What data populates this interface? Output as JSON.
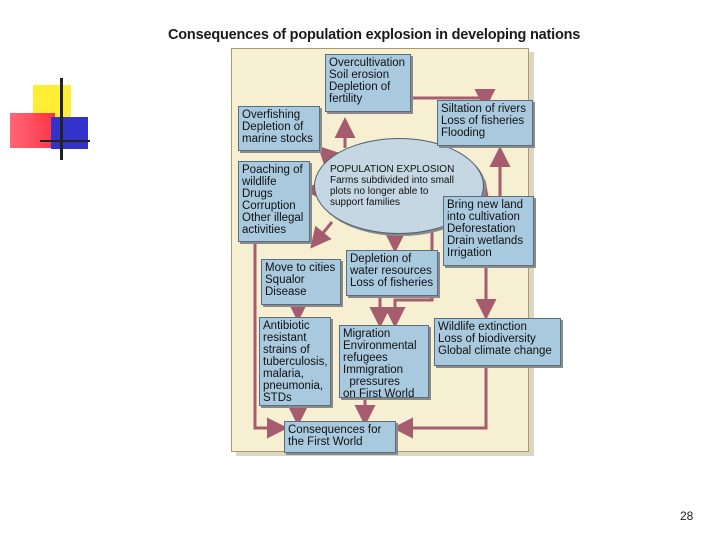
{
  "slide": {
    "title": "Consequences of population explosion in developing nations",
    "page_number": "28"
  },
  "diagram": {
    "center": {
      "lines": [
        "POPULATION EXPLOSION",
        "Farms subdivided into small",
        "plots no longer able to",
        "support families"
      ]
    },
    "boxes": {
      "overcultivation": [
        "Overcultivation",
        "Soil erosion",
        "Depletion of",
        "fertility"
      ],
      "overfishing": [
        "Overfishing",
        "Depletion of",
        "marine stocks"
      ],
      "siltation": [
        "Siltation of rivers",
        "Loss of fisheries",
        "Flooding"
      ],
      "poaching": [
        "Poaching of",
        "wildlife",
        "Drugs",
        "Corruption",
        "Other illegal",
        "activities"
      ],
      "new_land": [
        "Bring new land",
        "into cultivation",
        "Deforestation",
        "Drain wetlands",
        "Irrigation"
      ],
      "cities": [
        "Move to cities",
        "Squalor",
        "Disease"
      ],
      "water": [
        "Depletion of",
        "water resources",
        "Loss of fisheries"
      ],
      "antibiotic": [
        "Antibiotic",
        "resistant",
        "strains of",
        "tuberculosis,",
        "malaria,",
        "pneumonia,",
        "STDs"
      ],
      "migration": [
        "Migration",
        "Environmental",
        "refugees",
        "Immigration",
        "  pressures",
        "on First World"
      ],
      "wildlife": [
        "Wildlife extinction",
        "Loss of biodiversity",
        "Global climate change"
      ],
      "first_world": [
        "Consequences for",
        "the First World"
      ]
    }
  },
  "colors": {
    "panel": "#f7efd2",
    "box": "#a9c9de",
    "arrow": "#a65c6e"
  }
}
